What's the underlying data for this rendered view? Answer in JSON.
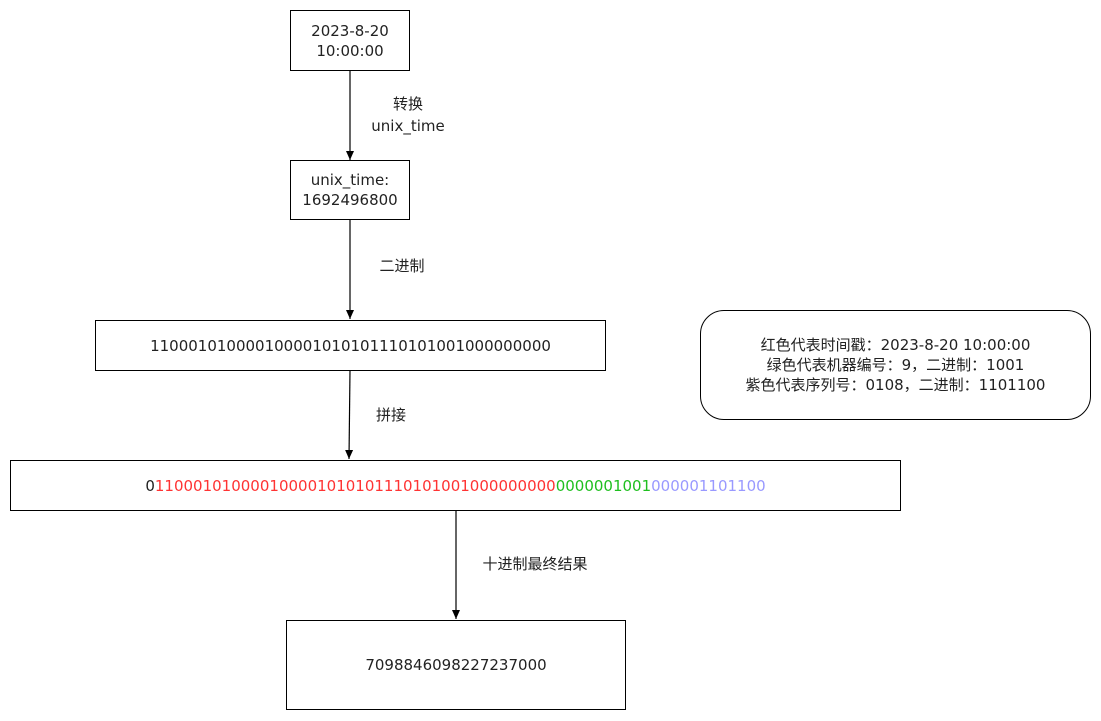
{
  "nodes": {
    "date": {
      "line1": "2023-8-20",
      "line2": "10:00:00"
    },
    "unix": {
      "line1": "unix_time:",
      "line2": "1692496800"
    },
    "binary": {
      "text": "110001010000100001010101110101001000000000"
    },
    "concat": {
      "lead": "0",
      "red": "110001010000100001010101110101001000000000",
      "green": "0000001001",
      "purple": "000001101100"
    },
    "result": {
      "text": "7098846098227237000"
    }
  },
  "edges": {
    "e1": {
      "line1": "转换",
      "line2": "unix_time"
    },
    "e2": {
      "label": "二进制"
    },
    "e3": {
      "label": "拼接"
    },
    "e4": {
      "label": "十进制最终结果"
    }
  },
  "legend": {
    "line1": "红色代表时间戳：2023-8-20 10:00:00",
    "line2": "绿色代表机器编号：9，二进制：1001",
    "line3": "紫色代表序列号：0108，二进制：1101100"
  },
  "colors": {
    "red": "#ff3333",
    "green": "#1fbf1f",
    "purple": "#9999ff"
  }
}
